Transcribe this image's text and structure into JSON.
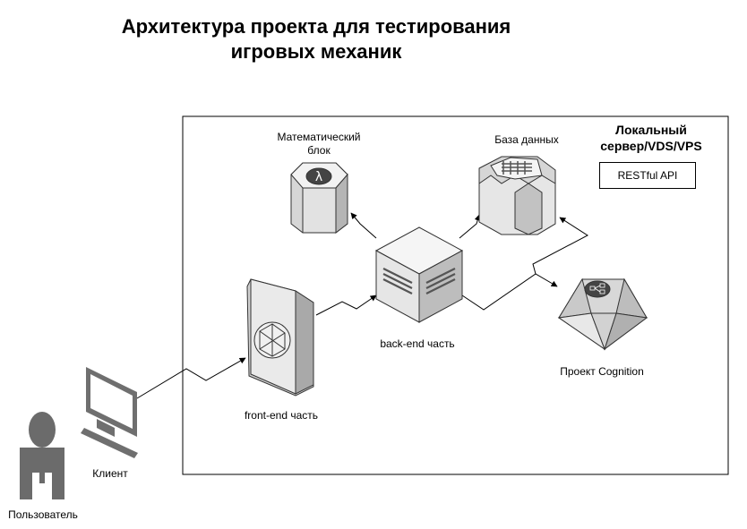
{
  "title": "Архитектура проекта для тестирования игровых механик",
  "server": {
    "title": "Локальный сервер/VDS/VPS",
    "api_label": "RESTful API"
  },
  "nodes": {
    "user": "Пользователь",
    "client": "Клиент",
    "frontend": "front-end часть",
    "backend": "back-end часть",
    "math": "Математический блок",
    "database": "База данных",
    "cognition": "Проект Cognition"
  }
}
